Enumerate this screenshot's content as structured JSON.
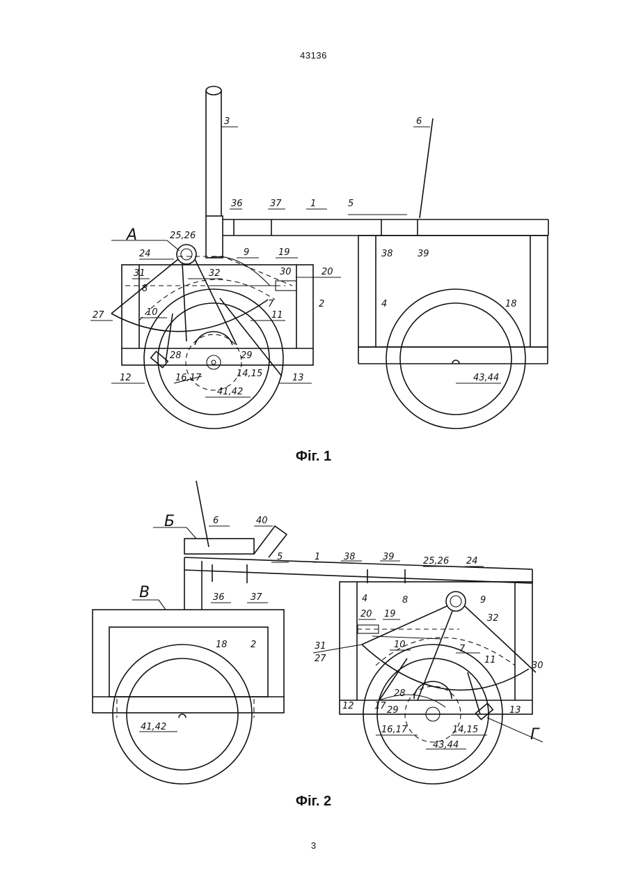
{
  "header": {
    "document_number": "43136"
  },
  "figure1": {
    "caption": "Фіг. 1",
    "view_label": "A",
    "callouts": [
      "3",
      "6",
      "36",
      "37",
      "1",
      "5",
      "25,26",
      "24",
      "9",
      "19",
      "38",
      "39",
      "31",
      "32",
      "30",
      "20",
      "8",
      "7",
      "2",
      "4",
      "18",
      "27",
      "10",
      "11",
      "28",
      "29",
      "12",
      "16,17",
      "14,15",
      "13",
      "41,42",
      "43,44"
    ]
  },
  "figure2": {
    "caption": "Фіг. 2",
    "view_labels": [
      "Б",
      "В",
      "Г"
    ],
    "callouts": [
      "6",
      "40",
      "5",
      "1",
      "38",
      "39",
      "25,26",
      "24",
      "36",
      "37",
      "4",
      "8",
      "9",
      "32",
      "20",
      "19",
      "18",
      "2",
      "31",
      "27",
      "10",
      "7",
      "11",
      "30",
      "28",
      "12",
      "17",
      "29",
      "13",
      "41,42",
      "16,17",
      "14,15",
      "43,44"
    ]
  },
  "footer": {
    "page_number": "3"
  }
}
